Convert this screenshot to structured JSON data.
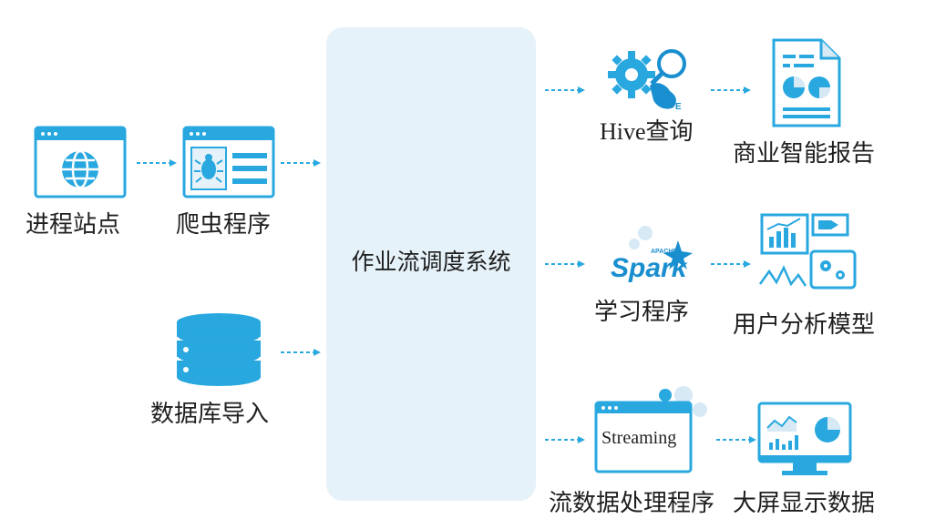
{
  "sources": {
    "remote_site": "进程站点",
    "crawler": "爬虫程序",
    "db_import": "数据库导入"
  },
  "scheduler": {
    "label": "作业流调度系统"
  },
  "processors": {
    "hive": "Hive查询",
    "spark": "学习程序",
    "spark_logo_text": "Spark",
    "spark_logo_small": "APACHE",
    "streaming": "流数据处理程序",
    "streaming_window_text": "Streaming"
  },
  "outputs": {
    "bi_report": "商业智能报告",
    "user_model": "用户分析模型",
    "big_screen": "大屏显示数据"
  },
  "colors": {
    "accent": "#29a8e0",
    "accent_dark": "#1a8fcf",
    "scheduler_bg": "#e6f2f9"
  }
}
